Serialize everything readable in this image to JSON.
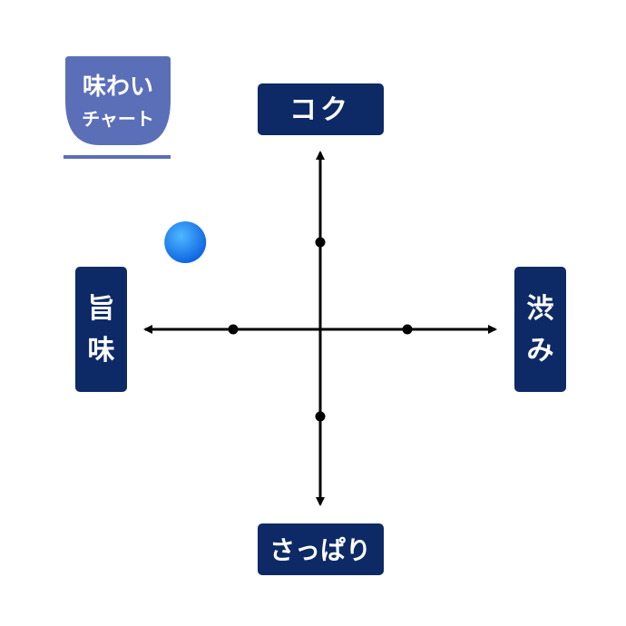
{
  "badge": {
    "line1": "味わい",
    "line2": "チャート",
    "color": "#5a6fb8"
  },
  "colors": {
    "label_box": "#0d2a66",
    "axis": "#000000",
    "point": "#1e88f0"
  },
  "chart_data": {
    "type": "scatter",
    "axes": {
      "top": "コク",
      "bottom": "さっぱり",
      "left_chars": [
        "旨",
        "味"
      ],
      "right_chars": [
        "渋",
        "み"
      ]
    },
    "xlim": [
      -2,
      2
    ],
    "ylim": [
      -2,
      2
    ],
    "ticks": [
      -1,
      1
    ],
    "grid": false,
    "points": [
      {
        "x": -1.55,
        "y": 1.0
      }
    ]
  }
}
